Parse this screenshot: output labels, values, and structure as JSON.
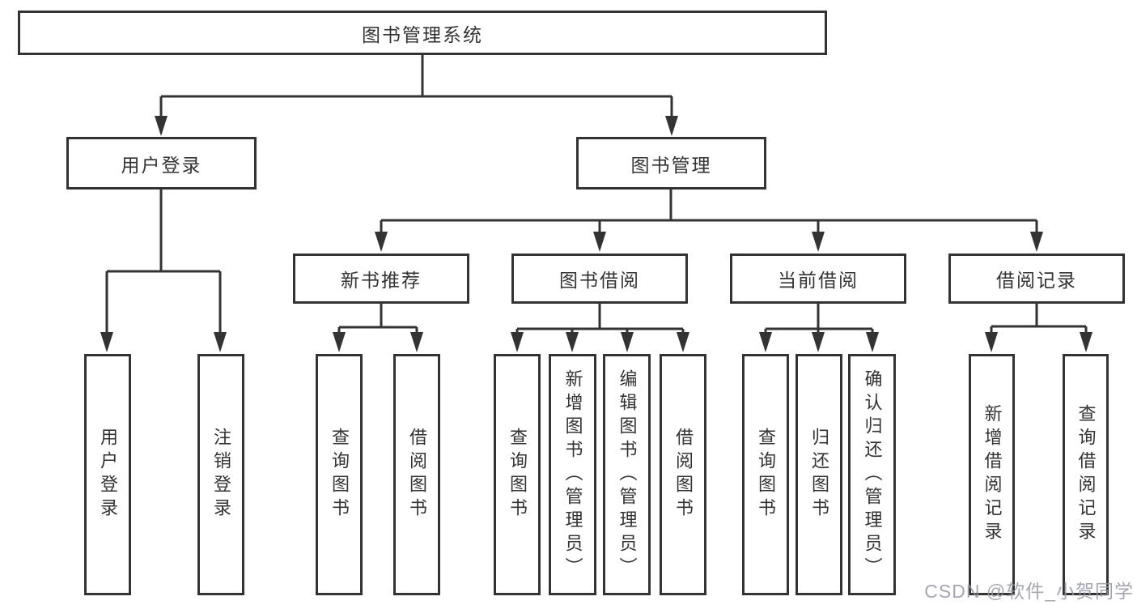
{
  "diagram_title": "图书管理系统",
  "nodes": {
    "root": "图书管理系统",
    "level2": [
      {
        "label": "用户登录"
      },
      {
        "label": "图书管理"
      }
    ],
    "level3": [
      {
        "label": "新书推荐"
      },
      {
        "label": "图书借阅"
      },
      {
        "label": "当前借阅"
      },
      {
        "label": "借阅记录"
      }
    ],
    "leaves": {
      "user_login_group": [
        "用户登录",
        "注销登录"
      ],
      "new_book_group": [
        "查询图书",
        "借阅图书"
      ],
      "book_borrow_group": [
        "查询图书",
        "新增图书（管理员）",
        "编辑图书（管理员）",
        "借阅图书"
      ],
      "current_borrow_group": [
        "查询图书",
        "归还图书",
        "确认归还（管理员）"
      ],
      "borrow_record_group": [
        "新增借阅记录",
        "查询借阅记录"
      ]
    }
  },
  "watermark": {
    "text": "CSDN @软件_小贺同学"
  },
  "colors": {
    "line": "#333333",
    "text": "#333333",
    "background": "#ffffff",
    "watermark": "#9497a3"
  }
}
